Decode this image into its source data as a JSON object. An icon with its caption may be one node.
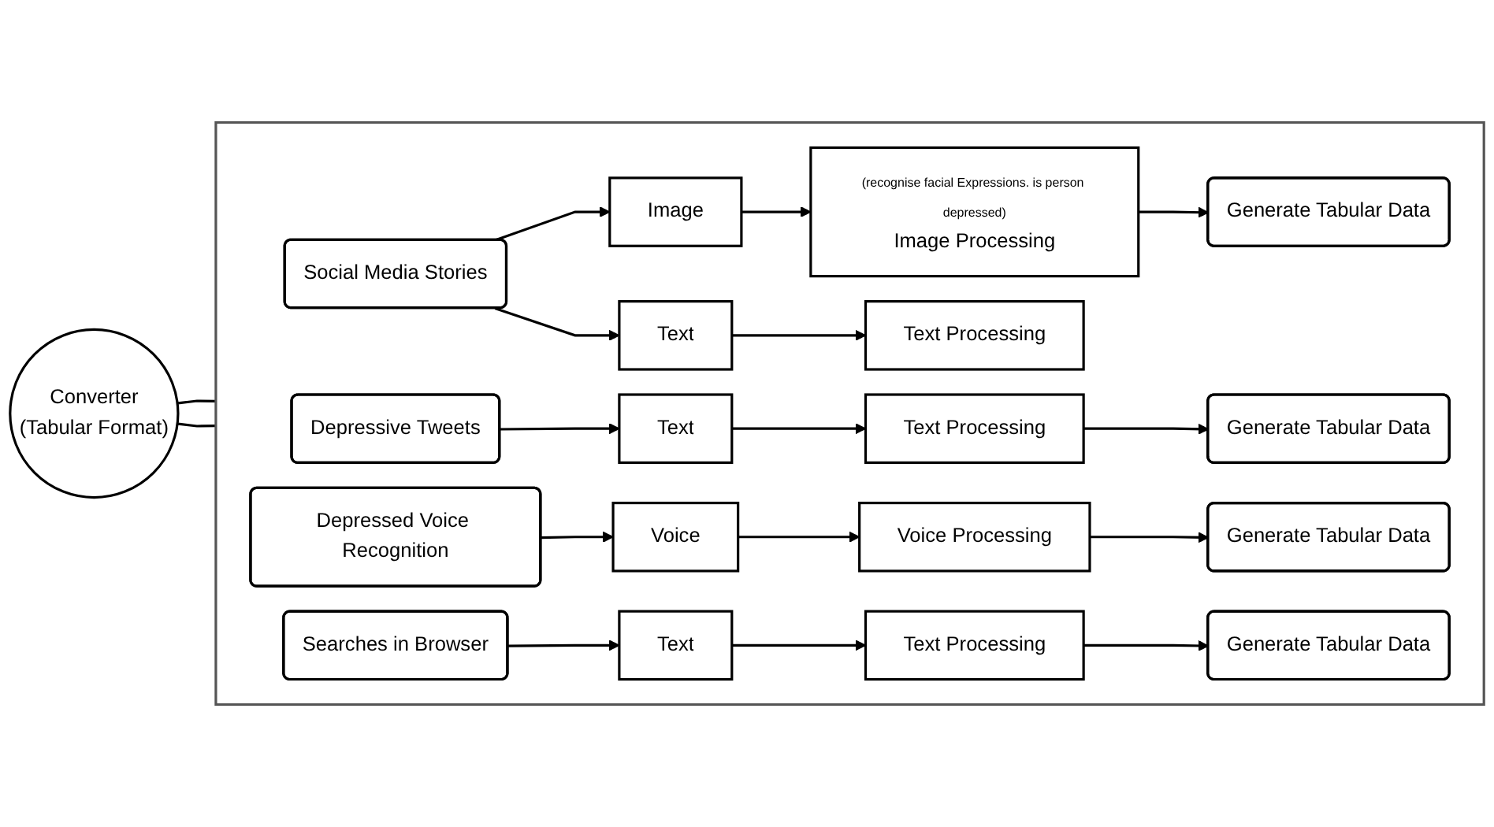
{
  "diagram": {
    "nodes": [
      {
        "text": [
          "Converter",
          "(Tabular Format)"
        ]
      },
      {
        "text": [],
        "shape": "box"
      },
      {
        "text": [
          "Social Media Stories"
        ],
        "in": 1
      },
      {
        "text": [
          "Image"
        ],
        "in": 1
      },
      {
        "text": [
          "(recognise facial Expressions. is person depressed)",
          "Image Processing"
        ],
        "in": 1
      },
      {
        "text": [
          "Generate Tabular Data"
        ],
        "in": 1
      },
      {
        "text": [
          "Text"
        ],
        "in": 1
      },
      {
        "text": [
          "Text Processing"
        ],
        "in": 1
      },
      {
        "text": [
          "Depressive Tweets"
        ],
        "in": 1
      },
      {
        "text": [
          "Text"
        ],
        "in": 1
      },
      {
        "text": [
          "Text Processing"
        ],
        "in": 1
      },
      {
        "text": [
          "Generate Tabular Data"
        ],
        "in": 1
      },
      {
        "text": [
          "Depressed Voice Recognition"
        ],
        "in": 1
      },
      {
        "text": [
          "Voice"
        ],
        "in": 1
      },
      {
        "text": [
          "Voice Processing"
        ],
        "in": 1
      },
      {
        "text": [
          "Generate Tabular Data"
        ],
        "in": 1
      },
      {
        "text": [
          "Searches in Browser"
        ],
        "in": 1
      },
      {
        "text": [
          "Text"
        ],
        "in": 1
      },
      {
        "text": [
          "Text Processing"
        ],
        "in": 1
      },
      {
        "text": [
          "Generate Tabular Data"
        ],
        "in": 1
      }
    ],
    "edges": [
      {
        "from": 0,
        "to": 1,
        "arrow": "none"
      },
      {
        "from": 0,
        "to": 1,
        "arrow": "none"
      },
      {
        "from": 2,
        "to": 3,
        "arrow": "to"
      },
      {
        "from": 3,
        "to": 4,
        "arrow": "to"
      },
      {
        "from": 4,
        "to": 5,
        "arrow": "to"
      },
      {
        "from": 2,
        "to": 6,
        "arrow": "to"
      },
      {
        "from": 6,
        "to": 7,
        "arrow": "to"
      },
      {
        "from": 8,
        "to": 9,
        "arrow": "to"
      },
      {
        "from": 9,
        "to": 10,
        "arrow": "to"
      },
      {
        "from": 10,
        "to": 11,
        "arrow": "to"
      },
      {
        "from": 12,
        "to": 13,
        "arrow": "to"
      },
      {
        "from": 13,
        "to": 14,
        "arrow": "to"
      },
      {
        "from": 14,
        "to": 15,
        "arrow": "to"
      },
      {
        "from": 16,
        "to": 17,
        "arrow": "to"
      },
      {
        "from": 17,
        "to": 18,
        "arrow": "to"
      },
      {
        "from": 18,
        "to": 19,
        "arrow": "to"
      }
    ]
  }
}
